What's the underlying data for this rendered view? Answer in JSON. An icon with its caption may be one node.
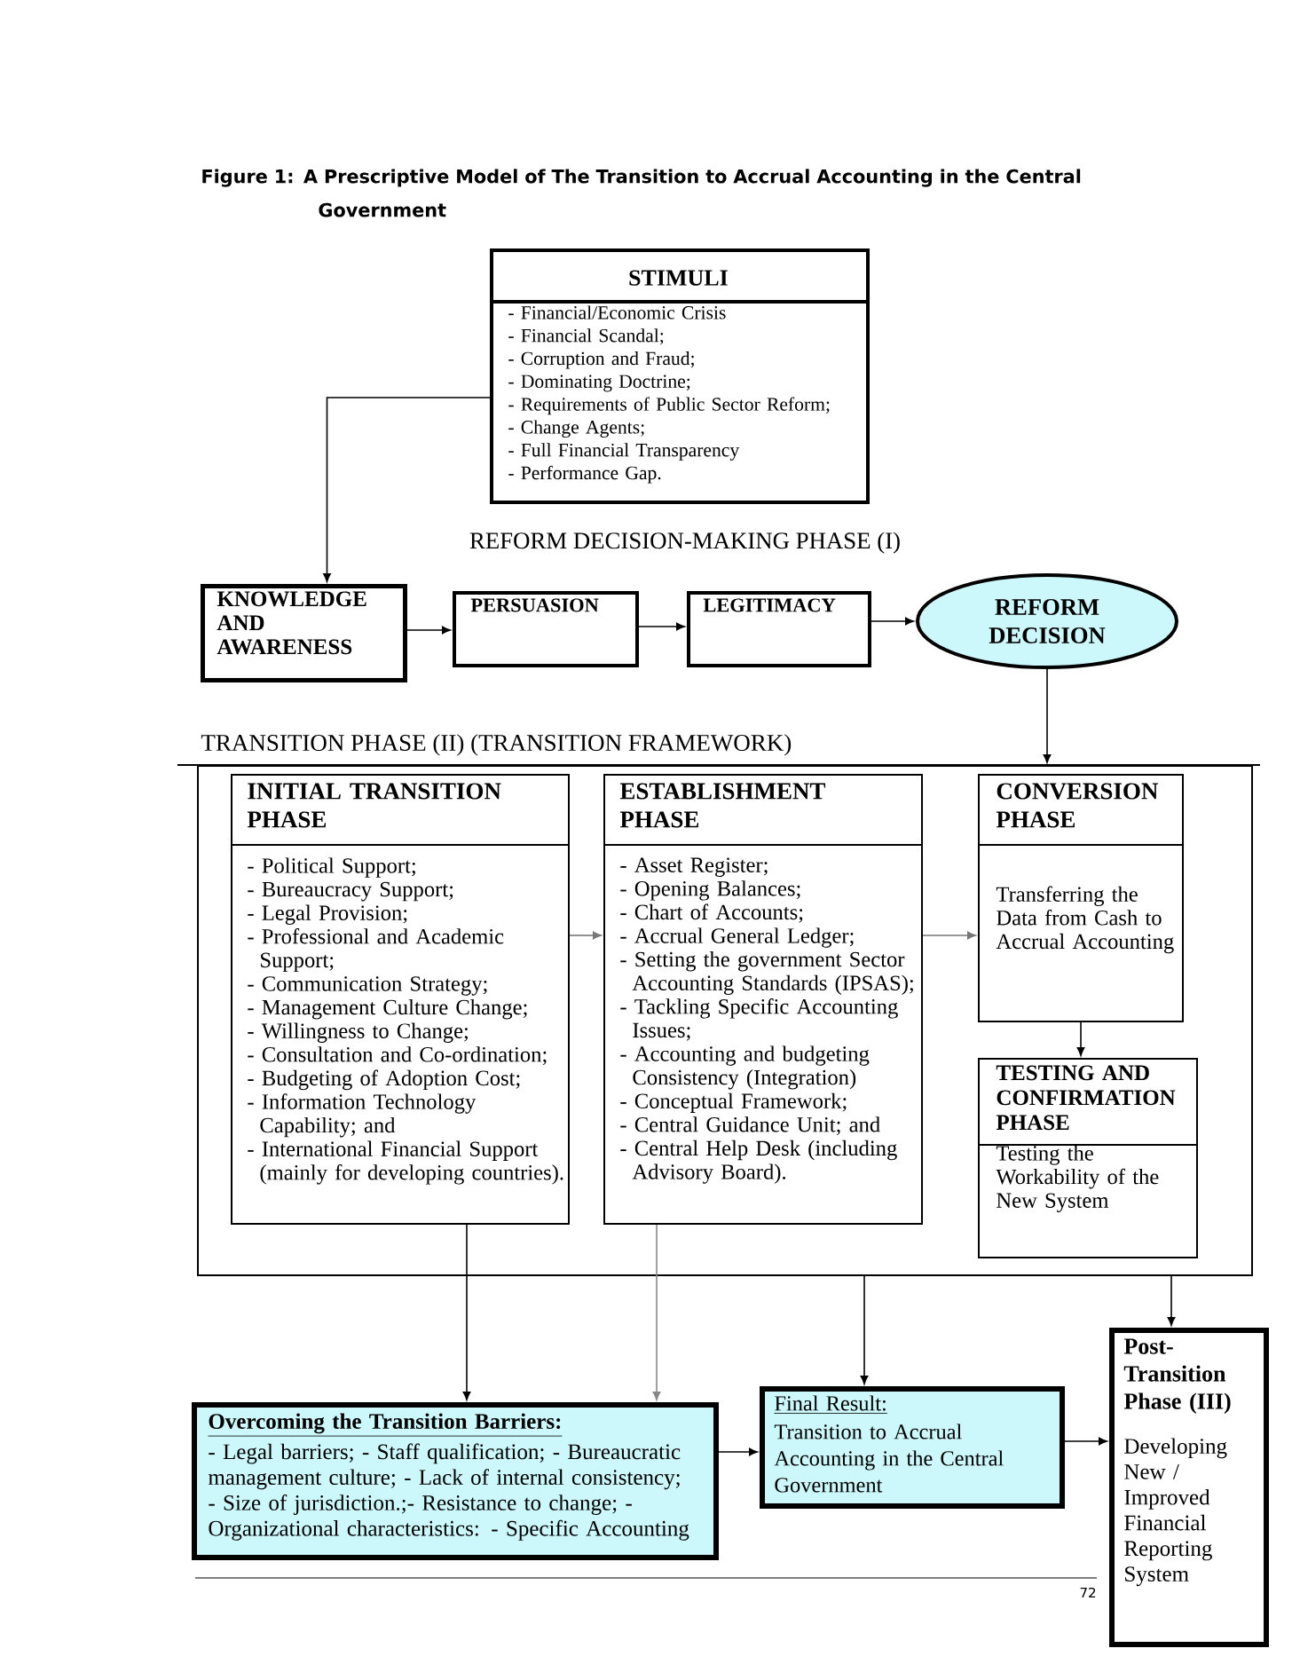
{
  "diagram": {
    "title": "Figure 1: A Prescriptive Model of The Transition to Accrual Accounting in the Central Government",
    "nodes": [
      {
        "text": [
          "STIMULI",
          "- Financial/Economic Crisis",
          "- Financial Scandal;",
          "- Corruption and Fraud;",
          "- Dominating Doctrine;",
          "- Requirements of Public Sector Reform;",
          "- Change Agents;",
          "- Full Financial Transparency",
          "- Performance Gap."
        ]
      },
      {
        "text": [
          "KNOWLEDGE AND AWARENESS"
        ]
      },
      {
        "text": [
          "PERSUASION"
        ]
      },
      {
        "text": [
          "LEGITIMACY"
        ]
      },
      {
        "text": [
          "REFORM DECISION"
        ]
      },
      {
        "text": [
          "TRANSITION PHASE (II) (TRANSITION FRAMEWORK)"
        ]
      },
      {
        "text": [
          "INITIAL TRANSITION PHASE",
          "- Political Support;",
          "- Bureaucracy Support;",
          "- Legal Provision;",
          "- Professional and Academic Support;",
          "- Communication Strategy;",
          "- Management Culture Change;",
          "- Willingness to Change;",
          "- Consultation and Co-ordination;",
          "- Budgeting of Adoption Cost;",
          "- Information Technology Capability; and",
          "- International Financial Support (mainly for developing countries)."
        ],
        "in": 5
      },
      {
        "text": [
          "ESTABLISHMENT PHASE",
          "- Asset Register;",
          "- Opening Balances;",
          "- Chart of Accounts;",
          "- Accrual General Ledger;",
          "- Setting the government Sector Accounting Standards (IPSAS);",
          "- Tackling Specific Accounting Issues;",
          "- Accounting and budgeting Consistency (Integration)",
          "- Conceptual Framework;",
          "- Central Guidance Unit; and",
          "- Central Help Desk (including Advisory Board)."
        ],
        "in": 5
      },
      {
        "text": [
          "CONVERSION PHASE",
          "Transferring the Data from Cash to Accrual Accounting"
        ],
        "in": 5
      },
      {
        "text": [
          "TESTING AND CONFIRMATION PHASE",
          "Testing the Workability of the New System"
        ],
        "in": 5
      },
      {
        "text": [
          "Overcoming the Transition Barriers:",
          "- Legal barriers; - Staff qualification; - Bureaucratic management culture; - Lack of internal consistency; - Size of jurisdiction.;- Resistance to change; - Organizational characteristics: - Specific Accounting"
        ]
      },
      {
        "text": [
          "Final Result:",
          "Transition to Accrual Accounting in the Central Government"
        ]
      },
      {
        "text": [
          "Post-Transition Phase (III)",
          "Developing New / Improved Financial Reporting System"
        ]
      }
    ],
    "edges": [
      {
        "from": 0,
        "to": 1,
        "arrow": "to"
      },
      {
        "from": 1,
        "to": 2,
        "arrow": "to"
      },
      {
        "from": 2,
        "to": 3,
        "arrow": "to"
      },
      {
        "from": 3,
        "to": 4,
        "arrow": "to"
      },
      {
        "from": 4,
        "to": 5,
        "arrow": "to"
      },
      {
        "from": 6,
        "to": 7,
        "arrow": "to",
        "color": "#777777"
      },
      {
        "from": 7,
        "to": 8,
        "arrow": "to",
        "color": "#777777"
      },
      {
        "from": 8,
        "to": 9,
        "arrow": "to"
      },
      {
        "from": 6,
        "to": 10,
        "arrow": "to"
      },
      {
        "from": 7,
        "to": 10,
        "arrow": "to",
        "color": "#888888"
      },
      {
        "from": 5,
        "to": 11,
        "arrow": "to"
      },
      {
        "from": 5,
        "to": 12,
        "arrow": "to"
      },
      {
        "from": 10,
        "to": 11,
        "arrow": "to"
      },
      {
        "from": 11,
        "to": 12,
        "arrow": "to"
      }
    ],
    "labels": [
      "REFORM DECISION-MAKING PHASE (I)",
      "72"
    ]
  }
}
